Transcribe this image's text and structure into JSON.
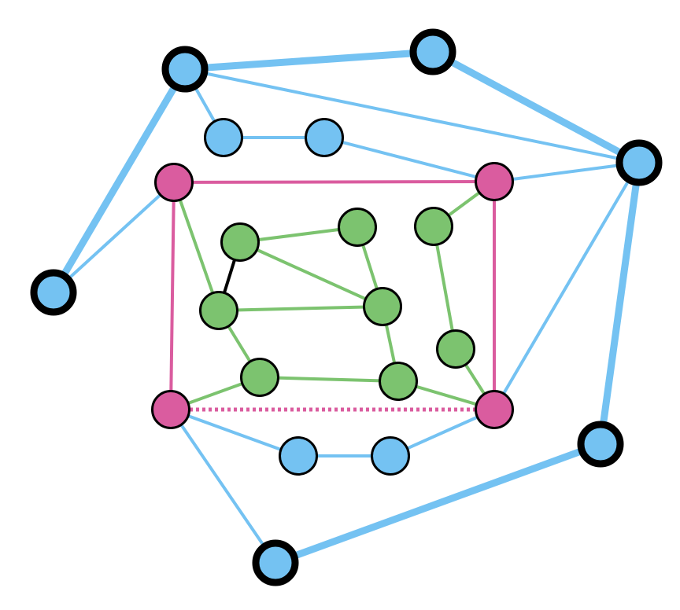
{
  "colors": {
    "background": "#ffffff",
    "blue_node": "#74c2f2",
    "blue_edge": "#74c2f2",
    "pink_node": "#da5c9f",
    "pink_edge": "#da5c9f",
    "green_node": "#7cc36f",
    "green_edge": "#7cc36f",
    "black_edge": "#000000",
    "node_stroke": "#000000"
  },
  "nodes": [
    {
      "id": "o1",
      "kind": "outer"
    },
    {
      "id": "o2",
      "kind": "outer"
    },
    {
      "id": "o3",
      "kind": "outer"
    },
    {
      "id": "o4",
      "kind": "outer"
    },
    {
      "id": "o5",
      "kind": "outer"
    },
    {
      "id": "o6",
      "kind": "outer"
    },
    {
      "id": "b1",
      "kind": "blue"
    },
    {
      "id": "b2",
      "kind": "blue"
    },
    {
      "id": "b3",
      "kind": "blue"
    },
    {
      "id": "b4",
      "kind": "blue"
    },
    {
      "id": "p1",
      "kind": "pink"
    },
    {
      "id": "p2",
      "kind": "pink"
    },
    {
      "id": "p3",
      "kind": "pink"
    },
    {
      "id": "p4",
      "kind": "pink"
    },
    {
      "id": "g1",
      "kind": "green"
    },
    {
      "id": "g2",
      "kind": "green"
    },
    {
      "id": "g3",
      "kind": "green"
    },
    {
      "id": "g4",
      "kind": "green"
    },
    {
      "id": "g5",
      "kind": "green"
    },
    {
      "id": "g6",
      "kind": "green"
    },
    {
      "id": "g7",
      "kind": "green"
    },
    {
      "id": "g8",
      "kind": "green"
    },
    {
      "id": "g9",
      "kind": "green"
    }
  ],
  "edges": [
    {
      "from": "o1",
      "to": "o2",
      "style": "blue-thick"
    },
    {
      "from": "o2",
      "to": "o3",
      "style": "blue-thick"
    },
    {
      "from": "o3",
      "to": "o5",
      "style": "blue-thick"
    },
    {
      "from": "o5",
      "to": "o6",
      "style": "blue-thick"
    },
    {
      "from": "o1",
      "to": "o4",
      "style": "blue-thick"
    },
    {
      "from": "o1",
      "to": "o3",
      "style": "blue-thin"
    },
    {
      "from": "o1",
      "to": "b1",
      "style": "blue-thin"
    },
    {
      "from": "b1",
      "to": "b2",
      "style": "blue-thin"
    },
    {
      "from": "b2",
      "to": "p2",
      "style": "blue-thin"
    },
    {
      "from": "p2",
      "to": "o3",
      "style": "blue-thin"
    },
    {
      "from": "o3",
      "to": "p4",
      "style": "blue-thin"
    },
    {
      "from": "o4",
      "to": "p1",
      "style": "blue-thin"
    },
    {
      "from": "p3",
      "to": "o6",
      "style": "blue-thin"
    },
    {
      "from": "p3",
      "to": "b3",
      "style": "blue-thin"
    },
    {
      "from": "b3",
      "to": "b4",
      "style": "blue-thin"
    },
    {
      "from": "b4",
      "to": "p4",
      "style": "blue-thin"
    },
    {
      "from": "p1",
      "to": "p2",
      "style": "pink"
    },
    {
      "from": "p2",
      "to": "p4",
      "style": "pink"
    },
    {
      "from": "p1",
      "to": "p3",
      "style": "pink"
    },
    {
      "from": "p3",
      "to": "p4",
      "style": "pink-dotted"
    },
    {
      "from": "p1",
      "to": "g3",
      "style": "green"
    },
    {
      "from": "g1",
      "to": "g3",
      "style": "black"
    },
    {
      "from": "g1",
      "to": "g2",
      "style": "green"
    },
    {
      "from": "g1",
      "to": "g4",
      "style": "green"
    },
    {
      "from": "g2",
      "to": "g4",
      "style": "green"
    },
    {
      "from": "g3",
      "to": "g4",
      "style": "green"
    },
    {
      "from": "g3",
      "to": "g5",
      "style": "green"
    },
    {
      "from": "g4",
      "to": "g6",
      "style": "green"
    },
    {
      "from": "g5",
      "to": "g6",
      "style": "green"
    },
    {
      "from": "g5",
      "to": "p3",
      "style": "green"
    },
    {
      "from": "g6",
      "to": "p4",
      "style": "green"
    },
    {
      "from": "g7",
      "to": "p2",
      "style": "green"
    },
    {
      "from": "g7",
      "to": "g8",
      "style": "green"
    },
    {
      "from": "g8",
      "to": "p4",
      "style": "green"
    }
  ]
}
